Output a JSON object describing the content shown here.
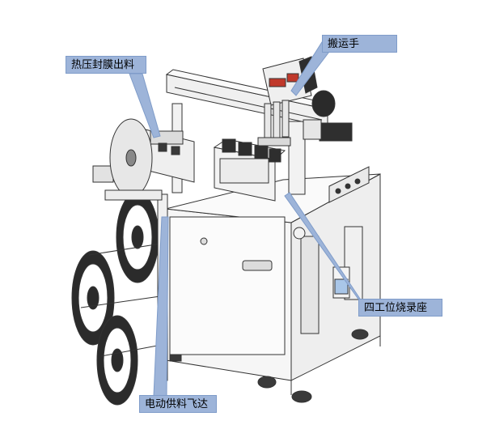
{
  "callouts": {
    "heat_seal_output": "热压封膜出料",
    "transfer_hand": "搬运手",
    "four_station_socket": "四工位烧录座",
    "electric_feeder": "电动供料飞达"
  },
  "colors": {
    "callout_fill": "#9db4d9",
    "callout_border": "#7f9cc9",
    "outline": "#333333",
    "frame": "#f4f4f4",
    "dark": "#2b2b2b",
    "red_display": "#c0392b"
  }
}
